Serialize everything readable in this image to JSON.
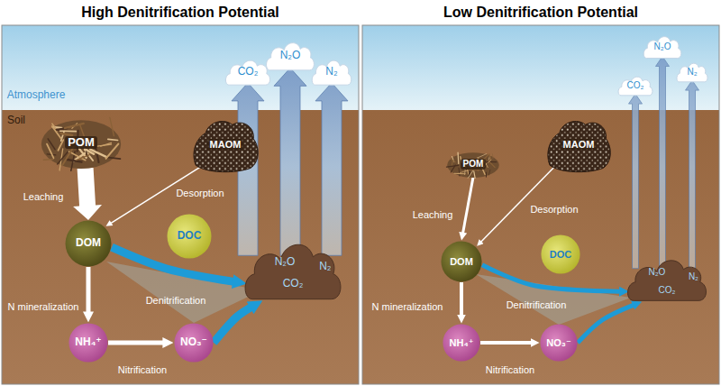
{
  "diagram": {
    "nodes": [
      {
        "text": [
          "High Denitrification Potential"
        ]
      },
      {
        "text": [
          "CO₂"
        ],
        "in": 0
      },
      {
        "text": [
          "N₂O"
        ],
        "in": 0
      },
      {
        "text": [
          "N₂"
        ],
        "in": 0
      },
      {
        "text": [
          "POM"
        ],
        "in": 0
      },
      {
        "text": [
          "MAOM"
        ],
        "in": 0
      },
      {
        "text": [
          "DOM"
        ],
        "in": 0
      },
      {
        "text": [
          "DOC"
        ],
        "in": 0
      },
      {
        "text": [
          "N₂O",
          "CO₂",
          "N₂"
        ],
        "in": 0
      },
      {
        "text": [
          "NH₄⁺"
        ],
        "in": 0
      },
      {
        "text": [
          "NO₃⁻"
        ],
        "in": 0
      },
      {
        "text": [
          "Low Denitrification Potential"
        ]
      },
      {
        "text": [
          "CO₂"
        ],
        "in": 11
      },
      {
        "text": [
          "N₂O"
        ],
        "in": 11
      },
      {
        "text": [
          "N₂"
        ],
        "in": 11
      },
      {
        "text": [
          "POM"
        ],
        "in": 11
      },
      {
        "text": [
          "MAOM"
        ],
        "in": 11
      },
      {
        "text": [
          "DOM"
        ],
        "in": 11
      },
      {
        "text": [
          "DOC"
        ],
        "in": 11
      },
      {
        "text": [
          "N₂O",
          "CO₂",
          "N₂"
        ],
        "in": 11
      },
      {
        "text": [
          "NH₄⁺"
        ],
        "in": 11
      },
      {
        "text": [
          "NO₃⁻"
        ],
        "in": 11
      }
    ],
    "edges": [
      {
        "from": 4,
        "to": 6,
        "arrow": "to",
        "label": "Leaching"
      },
      {
        "from": 5,
        "to": 6,
        "arrow": "to",
        "label": "Desorption"
      },
      {
        "from": 6,
        "to": 9,
        "arrow": "to",
        "label": "N mineralization"
      },
      {
        "from": 9,
        "to": 10,
        "arrow": "to",
        "label": "Nitrification"
      },
      {
        "from": 6,
        "to": 8,
        "arrow": "to"
      },
      {
        "from": 10,
        "to": 8,
        "arrow": "to"
      },
      {
        "from": 8,
        "to": 1,
        "arrow": "to"
      },
      {
        "from": 8,
        "to": 2,
        "arrow": "to"
      },
      {
        "from": 8,
        "to": 3,
        "arrow": "to"
      },
      {
        "from": 15,
        "to": 17,
        "arrow": "to",
        "label": "Leaching"
      },
      {
        "from": 16,
        "to": 17,
        "arrow": "to",
        "label": "Desorption"
      },
      {
        "from": 17,
        "to": 20,
        "arrow": "to",
        "label": "N mineralization"
      },
      {
        "from": 20,
        "to": 21,
        "arrow": "to",
        "label": "Nitrification"
      },
      {
        "from": 17,
        "to": 19,
        "arrow": "to"
      },
      {
        "from": 21,
        "to": 19,
        "arrow": "to"
      },
      {
        "from": 19,
        "to": 12,
        "arrow": "to"
      },
      {
        "from": 19,
        "to": 13,
        "arrow": "to"
      },
      {
        "from": 19,
        "to": 14,
        "arrow": "to"
      }
    ],
    "labels": [
      "Atmosphere",
      "Soil",
      "Denitrification",
      "Denitrification"
    ]
  }
}
